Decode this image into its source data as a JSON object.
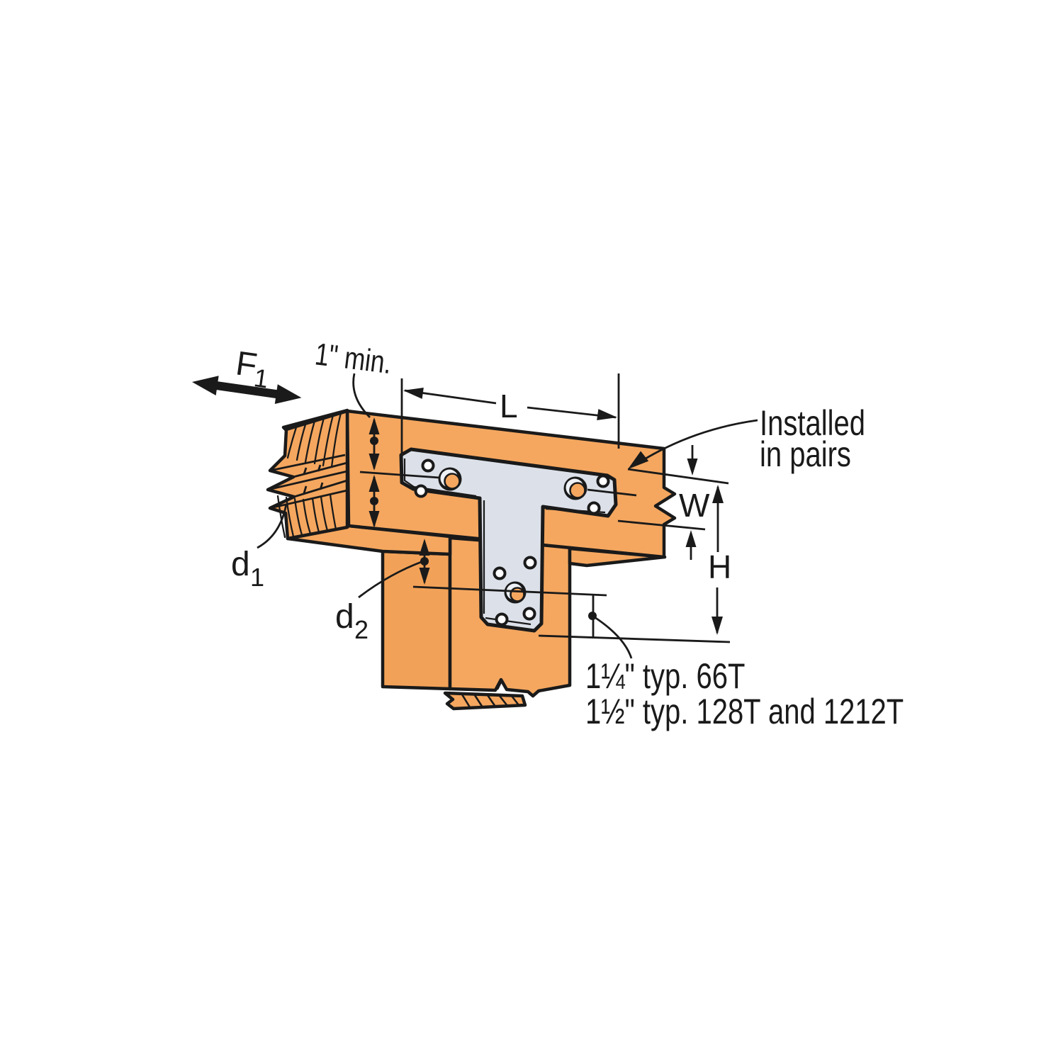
{
  "labels": {
    "force": {
      "main": "F",
      "sub": "1"
    },
    "min_edge": "1\" min.",
    "length": "L",
    "installed_line1": "Installed",
    "installed_line2": "in pairs",
    "width": "W",
    "height": "H",
    "d1": {
      "main": "d",
      "sub": "1"
    },
    "d2": {
      "main": "d",
      "sub": "2"
    },
    "note_line1": "1¼\" typ. 66T",
    "note_line2": "1½\" typ. 128T and 1212T"
  },
  "colors": {
    "wood": "#F5A75F",
    "woodDark": "#F2A258",
    "plate": "#DCE1E9",
    "plateLight": "#EEF1F5",
    "line": "#1A1A1A",
    "paper": "#FFFFFF"
  }
}
